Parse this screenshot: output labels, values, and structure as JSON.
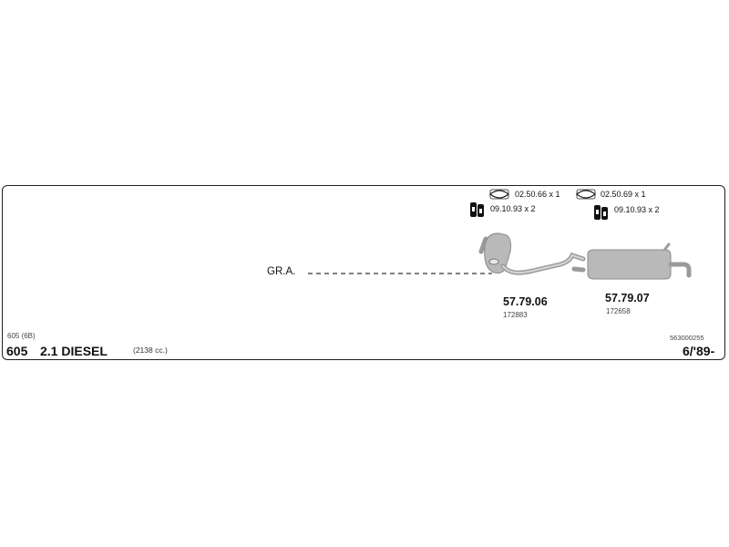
{
  "model": {
    "code": "605 (6B)",
    "name": "605",
    "engine": "2.1 DIESEL",
    "displacement": "(2138 cc.)"
  },
  "catalog_number": "563000255",
  "date_range": "6/'89-",
  "connection_label": "GR.A.",
  "hardware": [
    {
      "gasket_code": "02.50.66 x 1",
      "hanger_code": "09.10.93 x 2"
    },
    {
      "gasket_code": "02.50.69 x 1",
      "hanger_code": "09.10.93 x 2"
    }
  ],
  "parts": [
    {
      "part_number": "57.79.06",
      "ref": "172883"
    },
    {
      "part_number": "57.79.07",
      "ref": "172658"
    }
  ],
  "colors": {
    "part_fill": "#b9b9b9",
    "frame_border": "#222222"
  }
}
